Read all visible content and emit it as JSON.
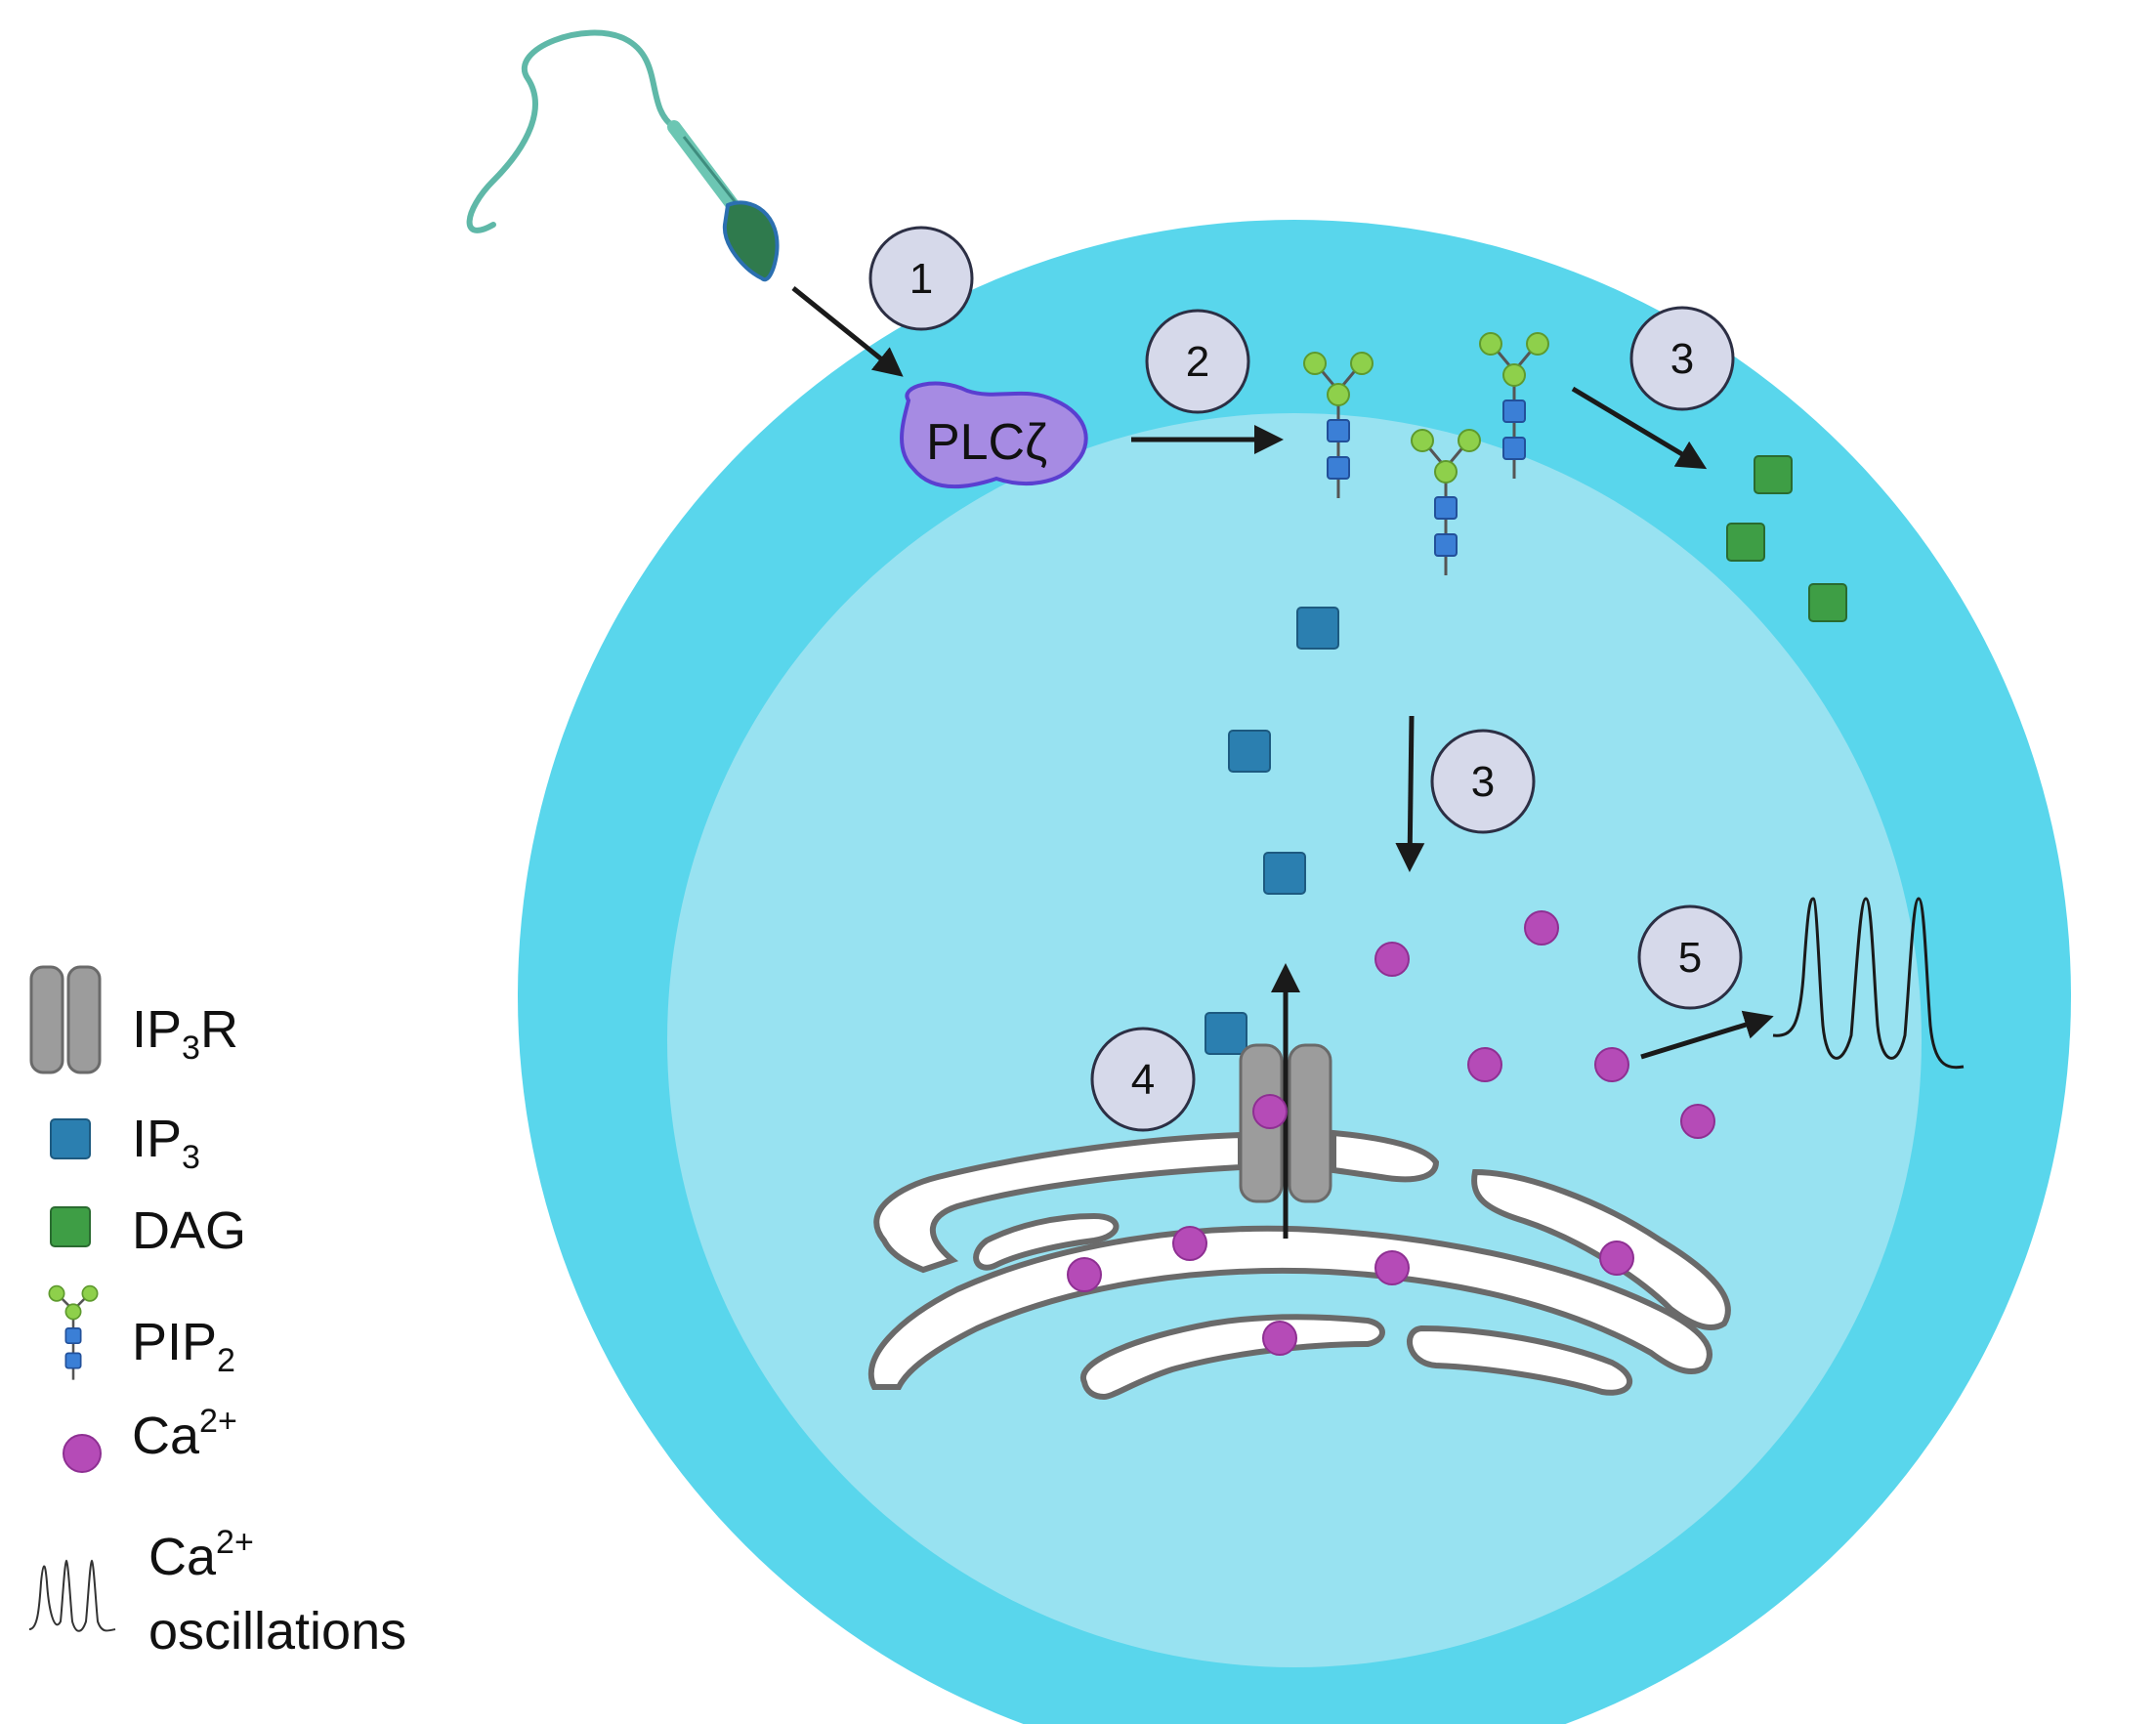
{
  "steps": {
    "s1": "1",
    "s2": "2",
    "s3a": "3",
    "s3b": "3",
    "s4": "4",
    "s5": "5"
  },
  "enzyme_label": "PLCζ",
  "legend": {
    "ip3r": {
      "base": "IP",
      "sub": "3",
      "tail": "R"
    },
    "ip3": {
      "base": "IP",
      "sub": "3"
    },
    "dag": {
      "base": "DAG"
    },
    "pip2": {
      "base": "PIP",
      "sub": "2"
    },
    "ca": {
      "base": "Ca",
      "sup": "2+"
    },
    "osc": {
      "line1_base": "Ca",
      "line1_sup": "2+",
      "line2": "oscillations"
    }
  },
  "colors": {
    "cell_outer": "#59D6EC",
    "cell_inner": "#98E2F1",
    "step_circle_fill": "#D6D9EA",
    "step_circle_stroke": "#2C2F44",
    "ip3": "#2B7FB0",
    "dag": "#3E9E45",
    "calcium": "#B54BB7",
    "plc_fill": "#A68BE3",
    "plc_stroke": "#5A3FD0",
    "pip2_head": "#8ED04B",
    "pip2_phosphate": "#3B7FD6",
    "receptor": "#9C9C9C",
    "er_stroke": "#6A6A6A"
  }
}
